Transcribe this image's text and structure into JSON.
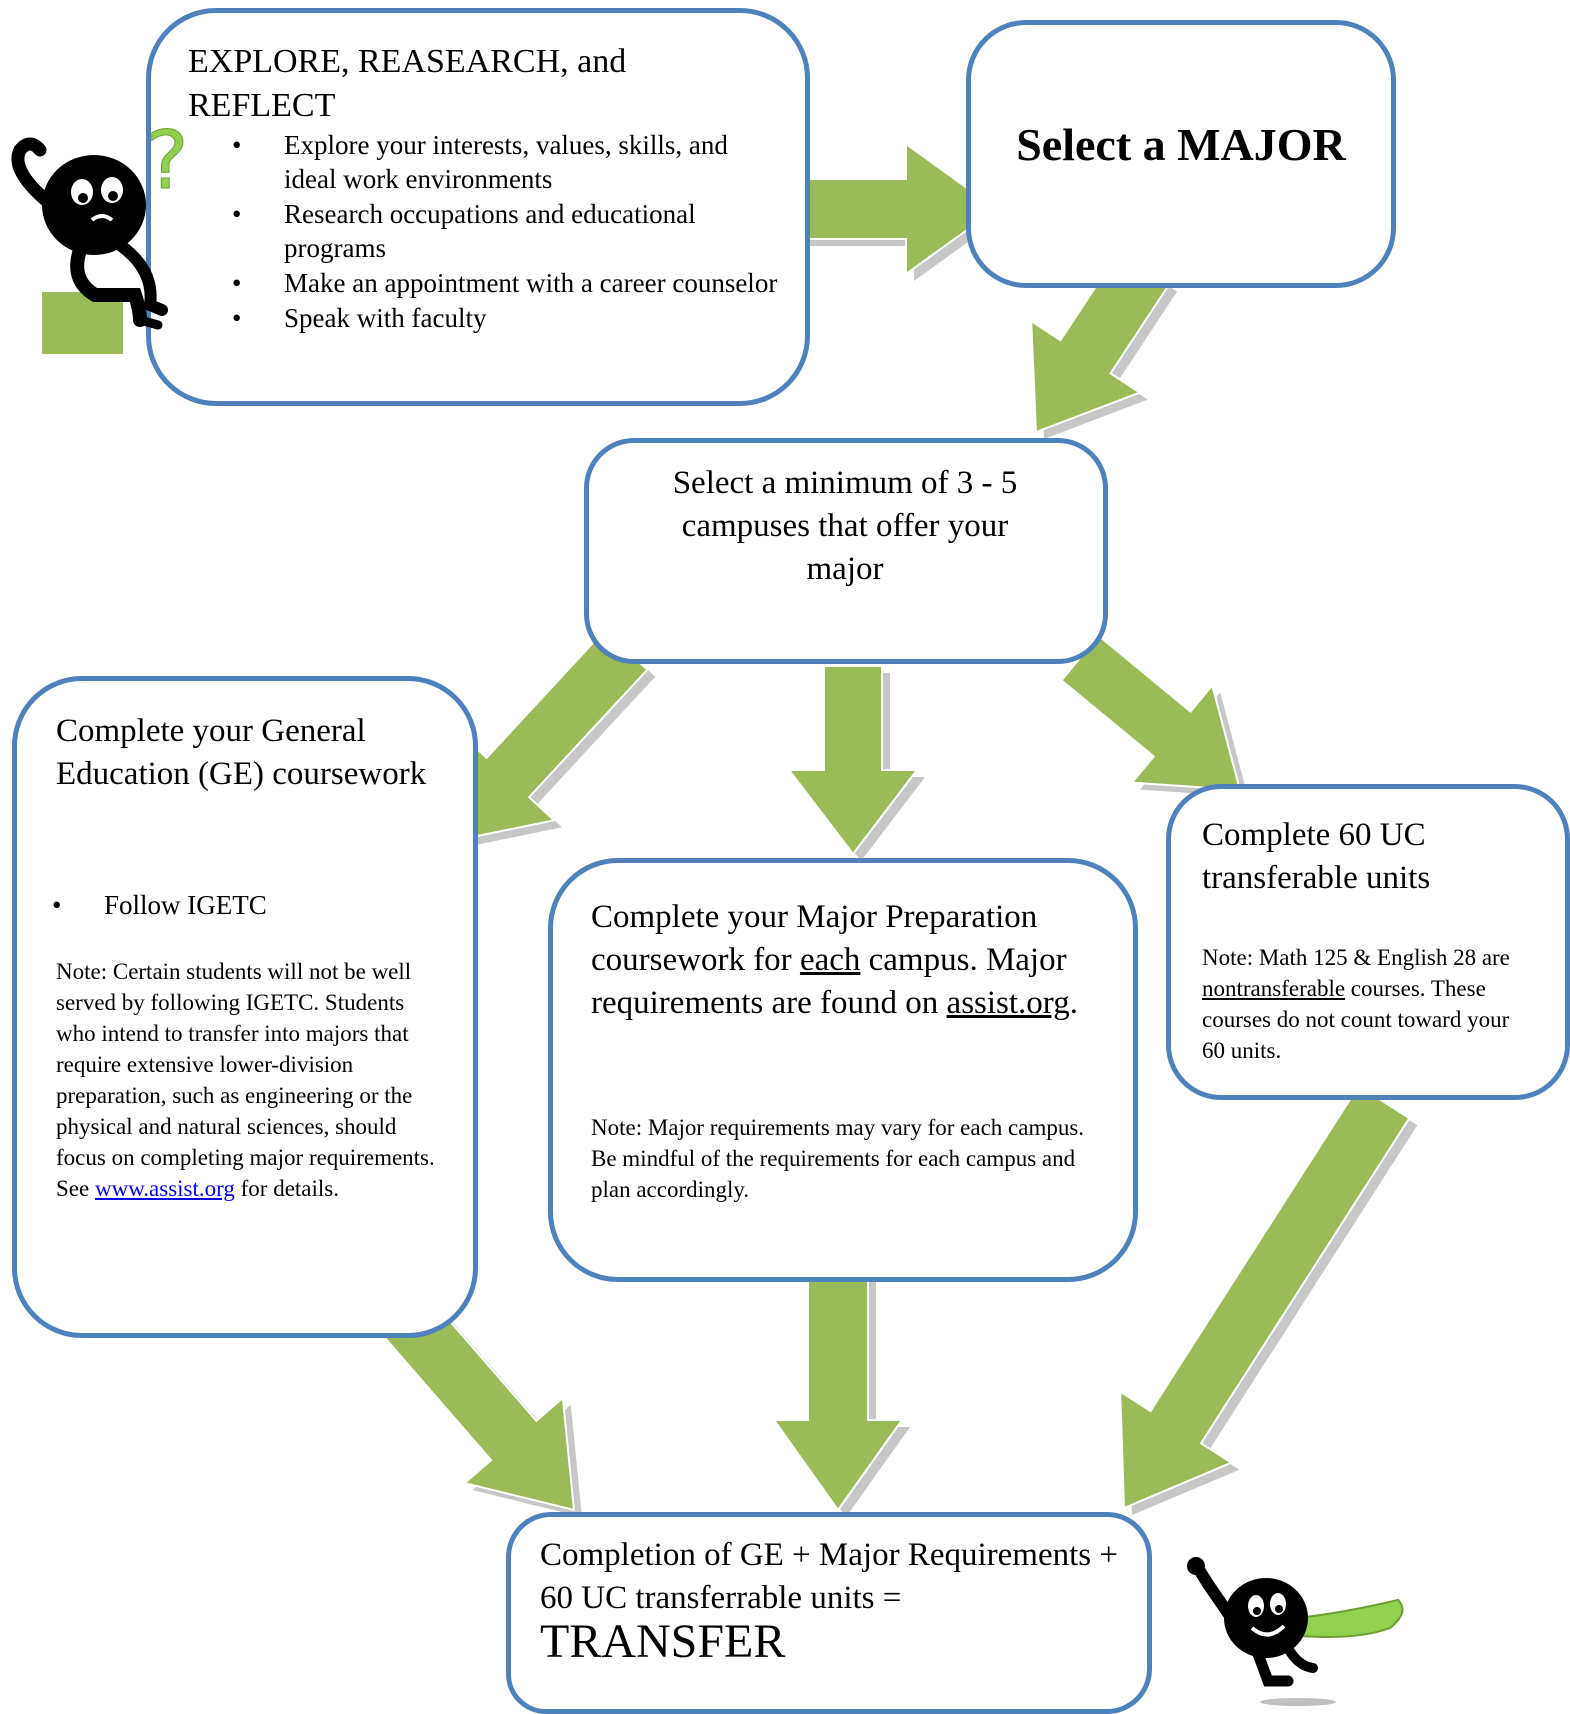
{
  "colors": {
    "box_border": "#4f81bd",
    "arrow_fill": "#9bbb59",
    "arrow_shadow": "#c7c7c7"
  },
  "explore": {
    "title": "EXPLORE, REASEARCH, and REFLECT",
    "items": [
      "Explore your interests, values, skills, and ideal work environments",
      "Research occupations and educational programs",
      "Make an appointment with a career counselor",
      "Speak with faculty"
    ],
    "bullet": "•"
  },
  "major": {
    "title": "Select a MAJOR"
  },
  "campuses": {
    "text": "Select a minimum of 3 - 5 campuses that offer your major"
  },
  "ge": {
    "title": "Complete your General Education (GE) coursework",
    "item": "Follow IGETC",
    "bullet": "•",
    "note": "Note:  Certain students will not be well served by following IGETC. Students who intend to transfer into majors that require extensive lower-division preparation, such as engineering or the physical and natural sciences, should focus on completing major requirements.",
    "see": "See",
    "link": "www.assist.org",
    "after_link": "for details."
  },
  "prep": {
    "title_a": "Complete your Major Preparation coursework for",
    "title_u": "each",
    "title_b": "campus.  Major requirements are found on",
    "title_link": "assist.org",
    "title_end": ".",
    "note": "Note:  Major requirements may vary for each campus. Be mindful of the requirements for each campus and plan accordingly."
  },
  "units": {
    "title": "Complete 60 UC transferable units",
    "note_a": "Note: Math 125 & English 28 are",
    "note_u": "nontransferable",
    "note_b": "courses. These courses do not count toward your 60 units."
  },
  "transfer": {
    "text": "Completion of GE + Major Requirements + 60 UC transferrable units =",
    "emph": "TRANSFER"
  },
  "figures": {
    "thinking_mark": "?"
  }
}
